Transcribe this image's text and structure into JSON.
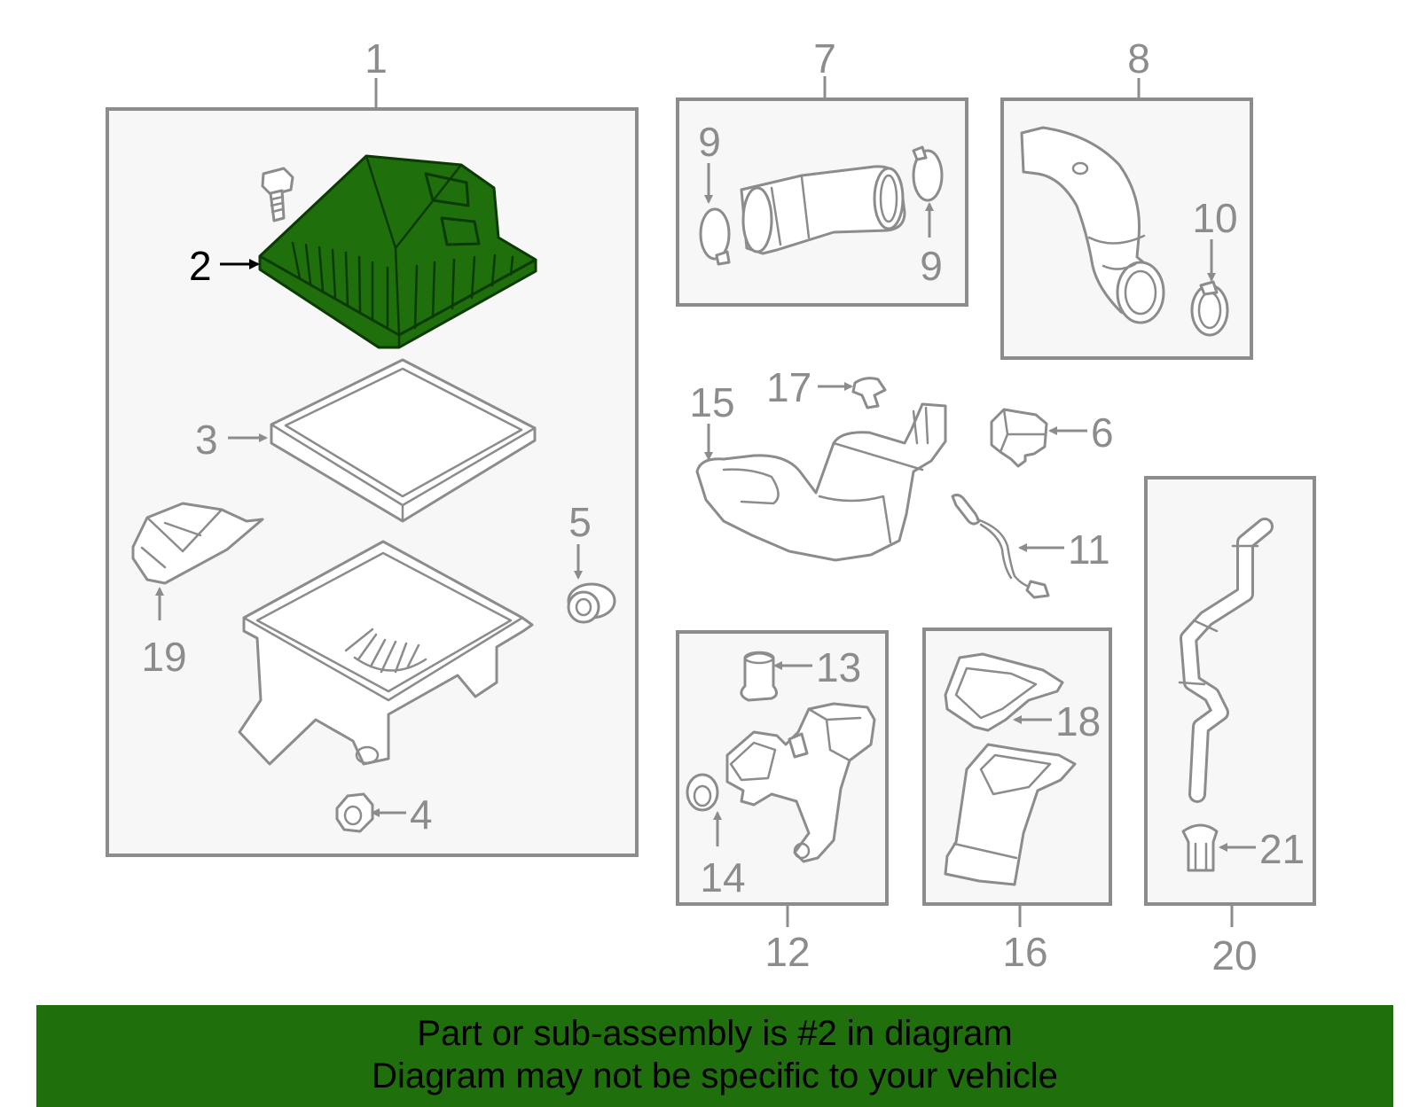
{
  "colors": {
    "highlight": "#1f6f0c",
    "outline": "#8c8c8c",
    "box_fill": "#f7f7f7",
    "banner": "#1f6f0c"
  },
  "callouts": {
    "c1": "1",
    "c2": "2",
    "c3": "3",
    "c4": "4",
    "c5": "5",
    "c6": "6",
    "c7": "7",
    "c8": "8",
    "c9a": "9",
    "c9b": "9",
    "c10": "10",
    "c11": "11",
    "c12": "12",
    "c13": "13",
    "c14": "14",
    "c15": "15",
    "c16": "16",
    "c17": "17",
    "c18": "18",
    "c19": "19",
    "c20": "20",
    "c21": "21"
  },
  "highlighted_part": "2",
  "banner": {
    "line1": "Part or sub-assembly is #2 in diagram",
    "line2": "Diagram may not be specific to your vehicle"
  }
}
